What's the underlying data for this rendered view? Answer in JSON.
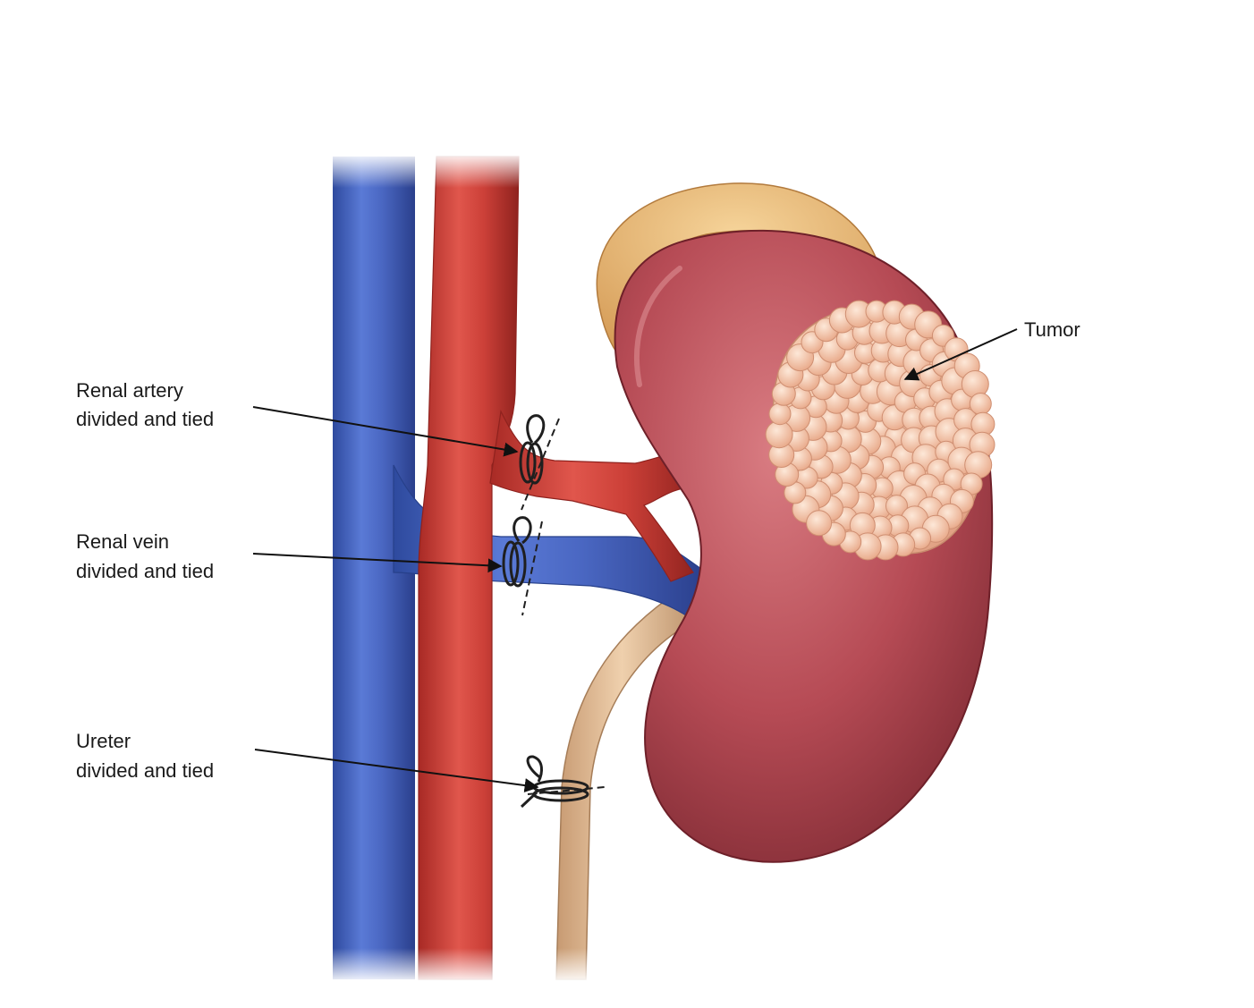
{
  "labels": {
    "tumor": "Tumor",
    "artery": {
      "line1": "Renal artery",
      "line2": "divided and tied"
    },
    "vein": {
      "line1": "Renal vein",
      "line2": "divided and tied"
    },
    "ureter": {
      "line1": "Ureter",
      "line2": "divided and tied"
    }
  },
  "colors": {
    "vena_cava": "#3f5fb5",
    "aorta": "#c73a32",
    "kidney": "#b8505a",
    "adrenal": "#e6b66f",
    "tumor": "#f3c2a2",
    "ureter": "#dcb38c",
    "ligature": "#222222"
  }
}
